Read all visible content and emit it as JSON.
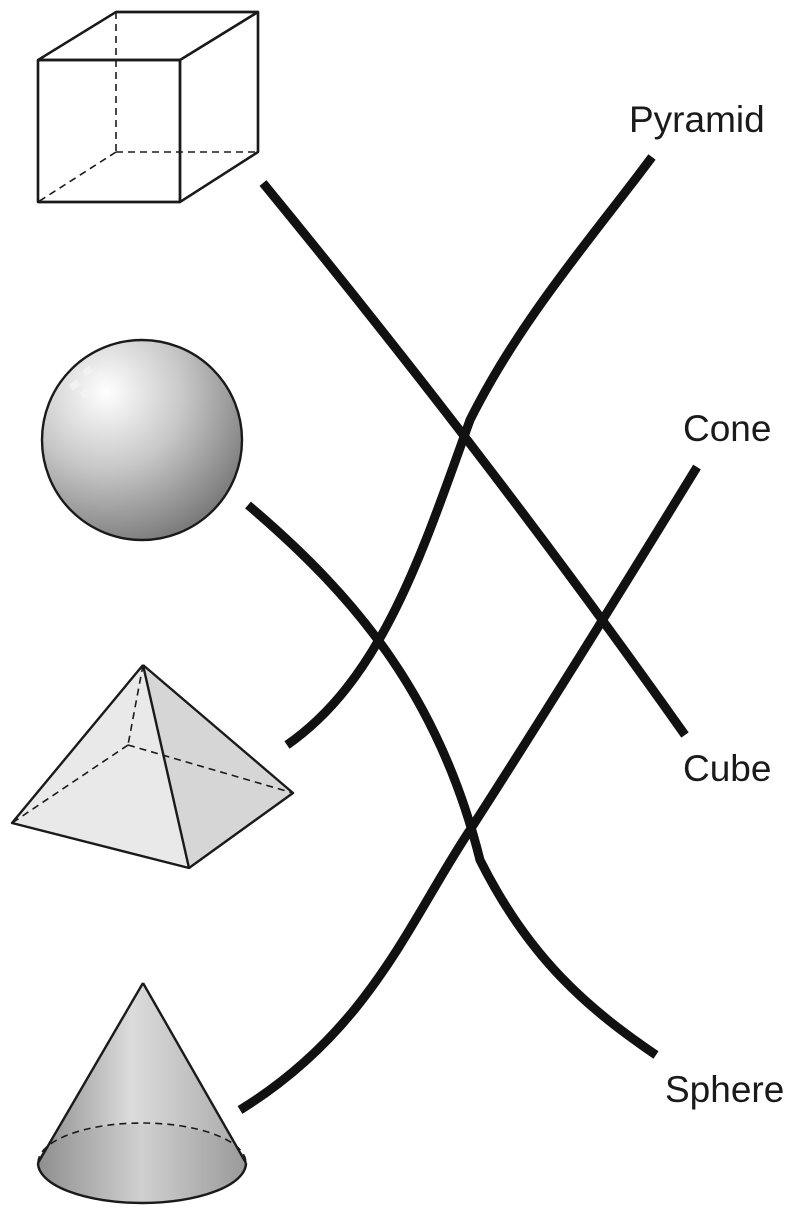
{
  "labels": {
    "pyramid": "Pyramid",
    "cone": "Cone",
    "cube": "Cube",
    "sphere": "Sphere"
  },
  "connections": [
    {
      "from": "cube-shape",
      "to": "Cube"
    },
    {
      "from": "sphere-shape",
      "to": "Sphere"
    },
    {
      "from": "pyramid-shape",
      "to": "Pyramid"
    },
    {
      "from": "cone-shape",
      "to": "Cone"
    }
  ],
  "colors": {
    "line": "#111111",
    "shape_fill_light": "#e6e6e6",
    "shape_fill_dark": "#9a9a9a"
  }
}
